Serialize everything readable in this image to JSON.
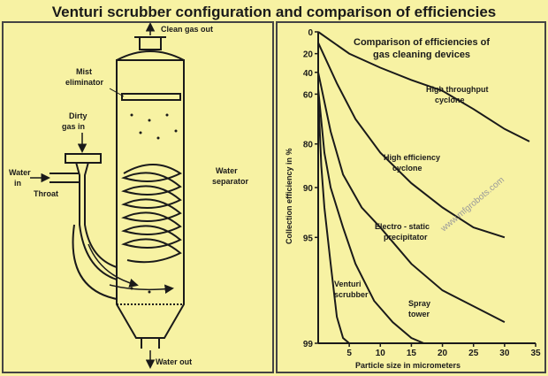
{
  "title": "Venturi scrubber configuration and comparison of efficiencies",
  "colors": {
    "background": "#f7f2a3",
    "line": "#1a1a1a",
    "border": "#444444",
    "watermark": "#9a9a9a"
  },
  "left_diagram": {
    "labels": {
      "clean_gas_out": "Clean gas out",
      "mist_eliminator_1": "Mist",
      "mist_eliminator_2": "eliminator",
      "dirty_gas_1": "Dirty",
      "dirty_gas_2": "gas in",
      "water_in_1": "Water",
      "water_in_2": "in",
      "throat": "Throat",
      "water_separator_1": "Water",
      "water_separator_2": "separator",
      "water_out": "Water out"
    }
  },
  "chart_data": {
    "type": "line",
    "title": "Comparison of efficiencies of gas cleaning devices",
    "title_lines": [
      "Comparison of efficiencies of",
      "gas cleaning devices"
    ],
    "xlabel": "Particle size in micrometers",
    "ylabel": "Collection efficiency in %",
    "xlim": [
      0,
      35
    ],
    "x_ticks": [
      "5",
      "10",
      "15",
      "20",
      "25",
      "30",
      "35"
    ],
    "y_ticks": [
      "0",
      "20",
      "40",
      "60",
      "80",
      "90",
      "95",
      "99"
    ],
    "y_scale": "nonlinear (probability-like)",
    "series": [
      {
        "name": "High throughput cyclone",
        "label_lines": [
          "High throughput",
          "cyclone"
        ],
        "points": [
          [
            0,
            0
          ],
          [
            5,
            20
          ],
          [
            10,
            35
          ],
          [
            15,
            47
          ],
          [
            20,
            57
          ],
          [
            25,
            66
          ],
          [
            30,
            74
          ],
          [
            34,
            79
          ]
        ]
      },
      {
        "name": "High efficiency cyclone",
        "label_lines": [
          "High efficiency",
          "cyclone"
        ],
        "points": [
          [
            0,
            10
          ],
          [
            3,
            50
          ],
          [
            6,
            70
          ],
          [
            10,
            82
          ],
          [
            15,
            89
          ],
          [
            20,
            92
          ],
          [
            25,
            94
          ],
          [
            30,
            95
          ]
        ]
      },
      {
        "name": "Electro - static precipitator",
        "label_lines": [
          "Electro - static",
          "precipitator"
        ],
        "points": [
          [
            0,
            40
          ],
          [
            2,
            75
          ],
          [
            4,
            87
          ],
          [
            7,
            92
          ],
          [
            10,
            94
          ],
          [
            15,
            96
          ],
          [
            20,
            97
          ],
          [
            25,
            97.6
          ],
          [
            30,
            98.2
          ]
        ]
      },
      {
        "name": "Spray tower",
        "label_lines": [
          "Spray",
          "tower"
        ],
        "points": [
          [
            0,
            55
          ],
          [
            1,
            82
          ],
          [
            2,
            90
          ],
          [
            4,
            94
          ],
          [
            6,
            96
          ],
          [
            9,
            97.4
          ],
          [
            12,
            98.2
          ],
          [
            15,
            98.8
          ],
          [
            17,
            99.1
          ]
        ]
      },
      {
        "name": "Venturi scrubber",
        "label_lines": [
          "Venturi",
          "scrubber"
        ],
        "points": [
          [
            0,
            60
          ],
          [
            0.5,
            85
          ],
          [
            1,
            92
          ],
          [
            2,
            96
          ],
          [
            3,
            98
          ],
          [
            4,
            98.8
          ],
          [
            5,
            99.2
          ]
        ]
      }
    ]
  },
  "watermark": "www.mfgrobots.com"
}
